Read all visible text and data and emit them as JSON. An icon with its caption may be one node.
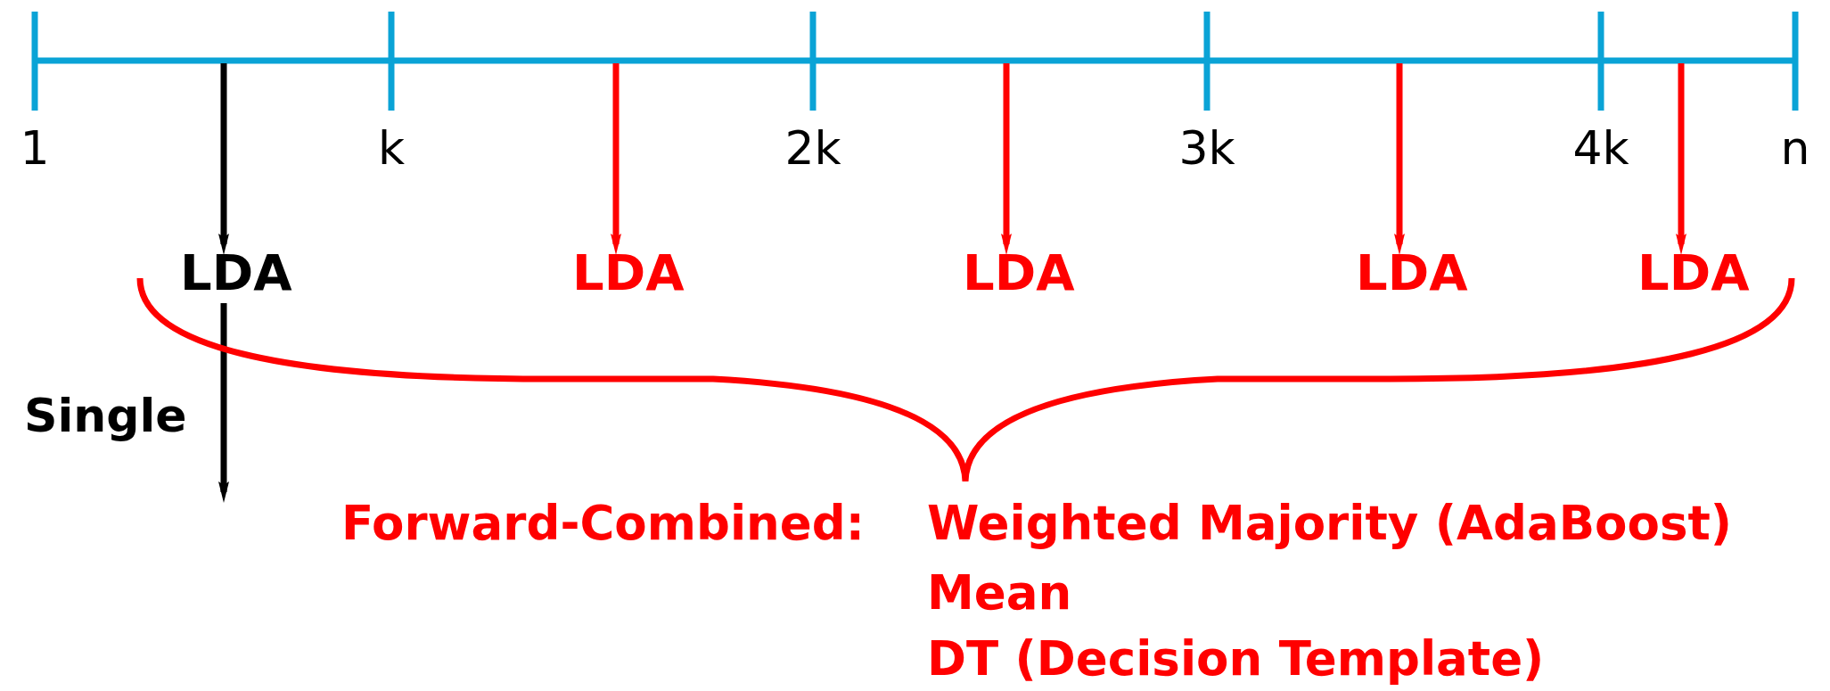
{
  "diagram": {
    "nodes": [
      {
        "text": [],
        "shape": "bar"
      },
      {
        "text": [
          "LDA"
        ]
      },
      {
        "text": [
          "LDA"
        ]
      },
      {
        "text": [
          "LDA"
        ]
      },
      {
        "text": [
          "LDA"
        ]
      },
      {
        "text": [
          "LDA"
        ]
      }
    ],
    "edges": [
      {
        "from": 0,
        "to": 1,
        "arrow": "to",
        "color": "#000000"
      },
      {
        "from": 0,
        "to": 2,
        "arrow": "to"
      },
      {
        "from": 0,
        "to": 3,
        "arrow": "to"
      },
      {
        "from": 0,
        "to": 4,
        "arrow": "to"
      },
      {
        "from": 0,
        "to": 5,
        "arrow": "to"
      },
      {
        "from": 1,
        "to": null,
        "arrow": "to",
        "label": "Single",
        "color": "#000000"
      }
    ],
    "labels": [
      "1",
      "k",
      "2k",
      "3k",
      "4k",
      "n",
      "Forward-Combined:",
      "Weighted Majority (AdaBoost)",
      "Mean",
      "DT (Decision Template)"
    ]
  }
}
